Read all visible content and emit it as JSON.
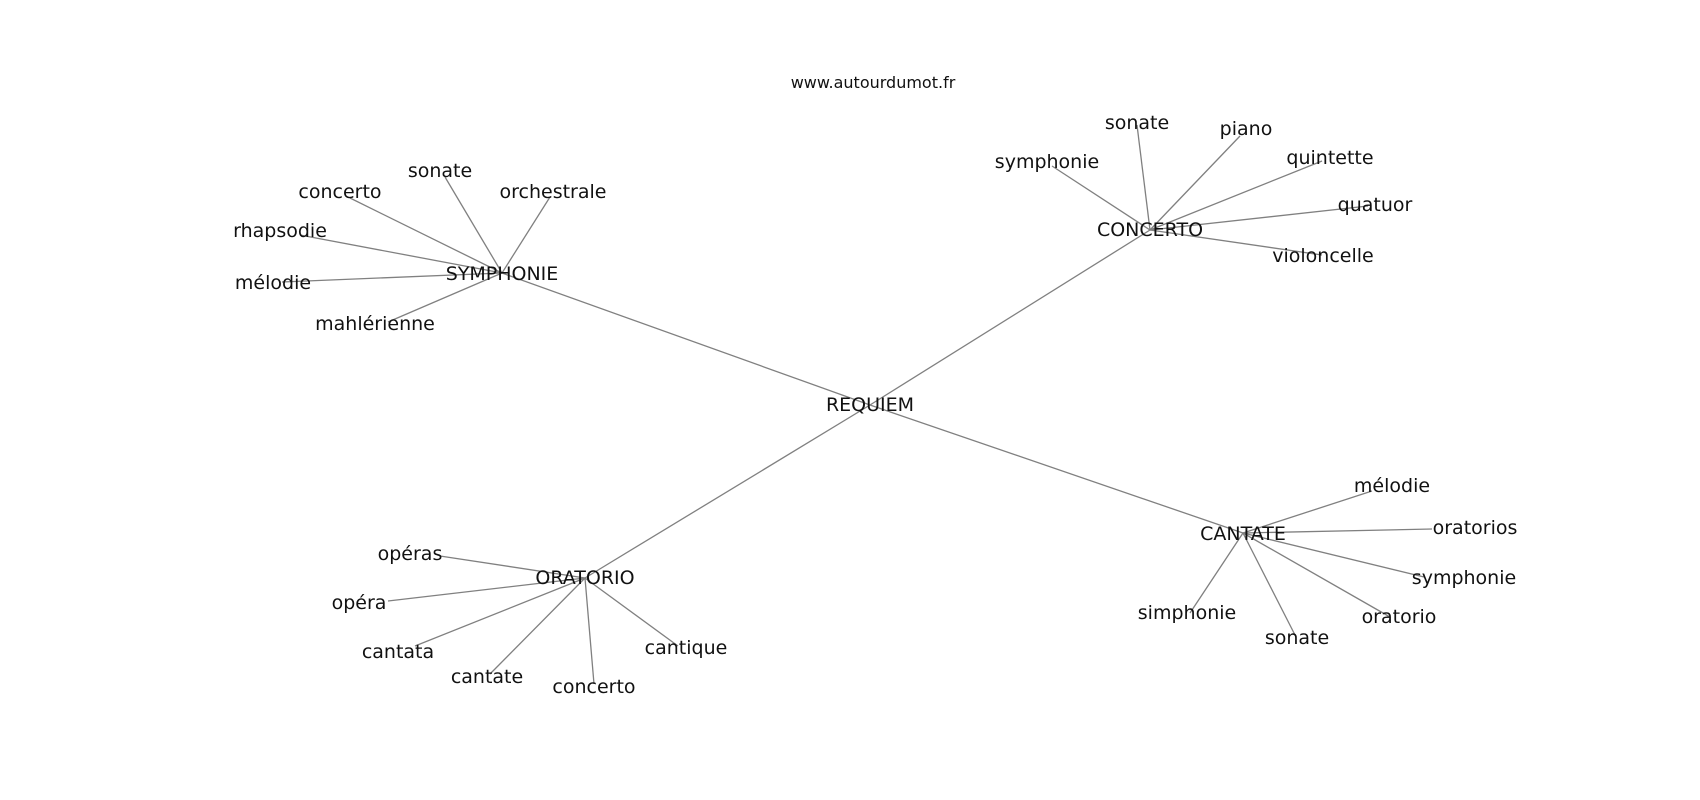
{
  "site": "www.autourdumot.fr",
  "graph": {
    "center": "REQUIEM",
    "clusters": [
      {
        "hub": "SYMPHONIE",
        "words": [
          "concerto",
          "sonate",
          "orchestrale",
          "rhapsodie",
          "mélodie",
          "mahlérienne"
        ]
      },
      {
        "hub": "CONCERTO",
        "words": [
          "sonate",
          "piano",
          "symphonie",
          "quintette",
          "quatuor",
          "violoncelle"
        ]
      },
      {
        "hub": "ORATORIO",
        "words": [
          "opéras",
          "opéra",
          "cantata",
          "cantate",
          "concerto",
          "cantique"
        ]
      },
      {
        "hub": "CANTATE",
        "words": [
          "mélodie",
          "oratorios",
          "symphonie",
          "oratorio",
          "sonate",
          "simphonie"
        ]
      }
    ]
  }
}
